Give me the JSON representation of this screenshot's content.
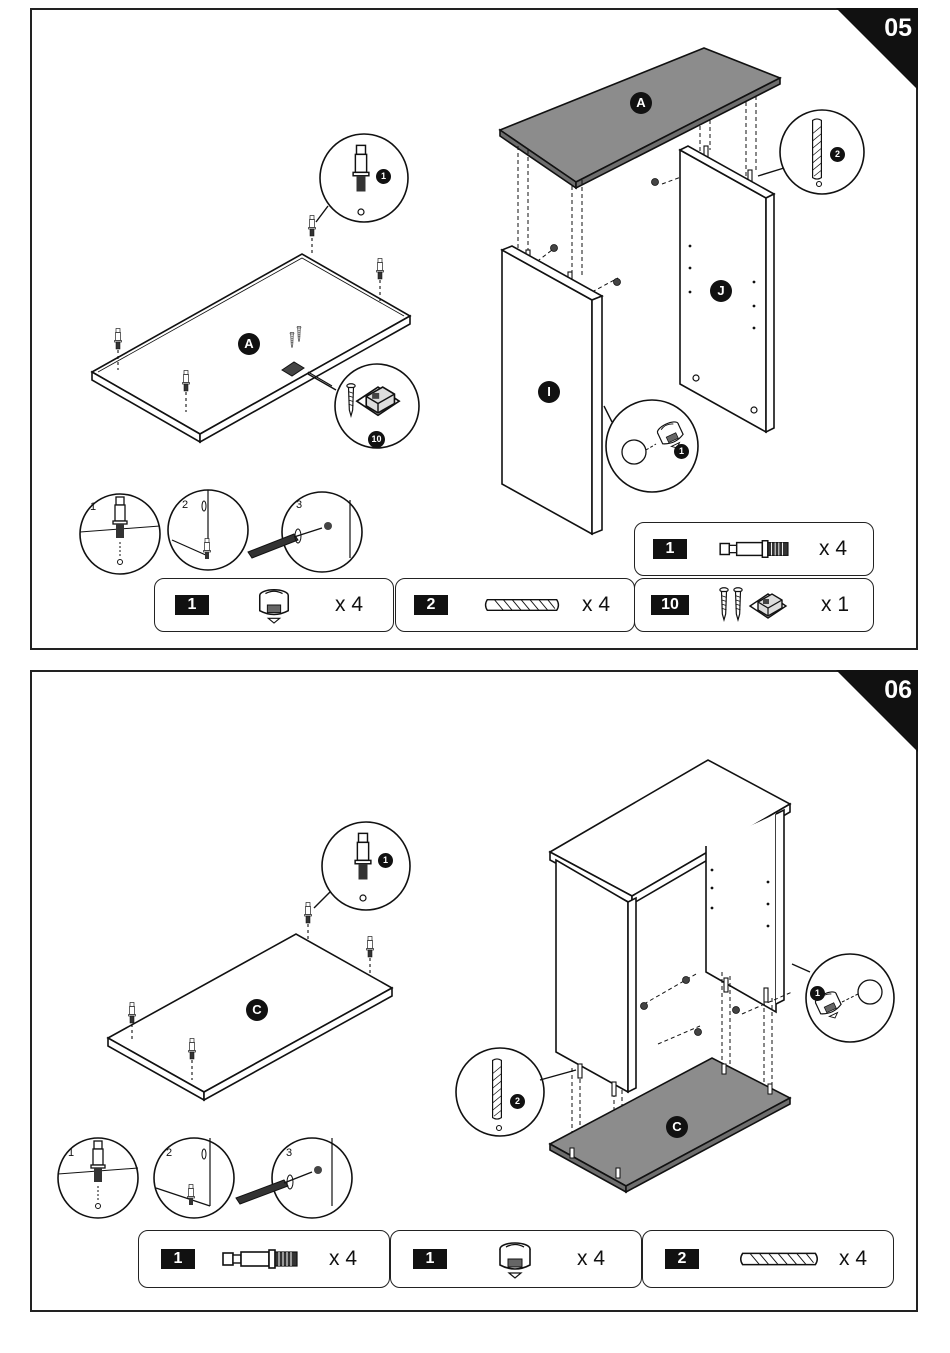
{
  "colors": {
    "ink": "#111111",
    "panel_gray": "#8c8c8c",
    "paper": "#ffffff"
  },
  "steps": [
    {
      "number": "05",
      "panel_labels": {
        "a_top": "A",
        "i": "I",
        "j": "J",
        "a_bottom": "A"
      },
      "callout_numbers": {
        "cam_bolt": "1",
        "dowel": "2",
        "cam_lock": "1",
        "magnet_catch": "10"
      },
      "substeps": [
        "1",
        "2",
        "3"
      ],
      "parts": [
        {
          "id": "1",
          "icon": "cam-bolt-icon",
          "qty": "x 4"
        },
        {
          "id": "1",
          "icon": "cam-lock-icon",
          "qty": "x 4"
        },
        {
          "id": "2",
          "icon": "wood-dowel-icon",
          "qty": "x 4"
        },
        {
          "id": "10",
          "icon": "screws-magnet-catch-icon",
          "qty": "x 1"
        }
      ]
    },
    {
      "number": "06",
      "panel_labels": {
        "c_left": "C",
        "c_bottom": "C"
      },
      "callout_numbers": {
        "cam_bolt": "1",
        "dowel": "2",
        "cam_lock": "1"
      },
      "substeps": [
        "1",
        "2",
        "3"
      ],
      "parts": [
        {
          "id": "1",
          "icon": "cam-bolt-icon",
          "qty": "x 4"
        },
        {
          "id": "1",
          "icon": "cam-lock-icon",
          "qty": "x 4"
        },
        {
          "id": "2",
          "icon": "wood-dowel-icon",
          "qty": "x 4"
        }
      ]
    }
  ]
}
